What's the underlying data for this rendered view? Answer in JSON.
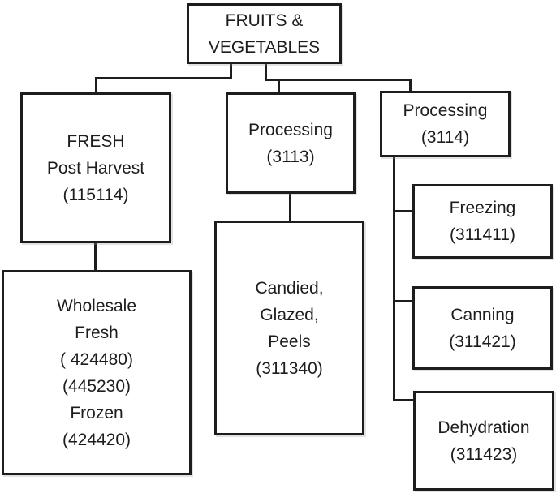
{
  "diagram": {
    "type": "flowchart-hierarchy",
    "topic": "FRUITS & VEGETABLES industry classification tree",
    "colors": {
      "stroke": "#1d1d1d",
      "text": "#1d1d1d",
      "background": "#ffffff"
    },
    "nodes": {
      "fruits_vegetables": {
        "lines": [
          "FRUITS &",
          "VEGETABLES"
        ]
      },
      "fresh_post_harvest": {
        "lines": [
          "FRESH",
          "Post Harvest",
          "(115114)"
        ]
      },
      "wholesale": {
        "lines": [
          "Wholesale",
          "Fresh",
          "( 424480)",
          "(445230)",
          "Frozen",
          "(424420)"
        ]
      },
      "processing_3113": {
        "lines": [
          "Processing",
          "(3113)"
        ]
      },
      "candied_glazed_peels": {
        "lines": [
          "Candied,",
          "Glazed,",
          "Peels",
          "(311340)"
        ]
      },
      "processing_3114": {
        "lines": [
          "Processing",
          "(3114)"
        ]
      },
      "freezing": {
        "lines": [
          "Freezing",
          "(311411)"
        ]
      },
      "canning": {
        "lines": [
          "Canning",
          "(311421)"
        ]
      },
      "dehydration": {
        "lines": [
          "Dehydration",
          "(311423)"
        ]
      }
    },
    "relations": [
      {
        "from": "FRUITS & VEGETABLES",
        "to": "FRESH Post Harvest (115114)"
      },
      {
        "from": "FRUITS & VEGETABLES",
        "to": "Processing (3113)"
      },
      {
        "from": "FRUITS & VEGETABLES",
        "to": "Processing (3114)"
      },
      {
        "from": "FRESH Post Harvest (115114)",
        "to": "Wholesale Fresh ( 424480) (445230) Frozen (424420)"
      },
      {
        "from": "Processing (3113)",
        "to": "Candied, Glazed, Peels (311340)"
      },
      {
        "from": "Processing (3114)",
        "to": "Freezing (311411)"
      },
      {
        "from": "Processing (3114)",
        "to": "Canning (311421)"
      },
      {
        "from": "Processing (3114)",
        "to": "Dehydration (311423)"
      }
    ]
  }
}
